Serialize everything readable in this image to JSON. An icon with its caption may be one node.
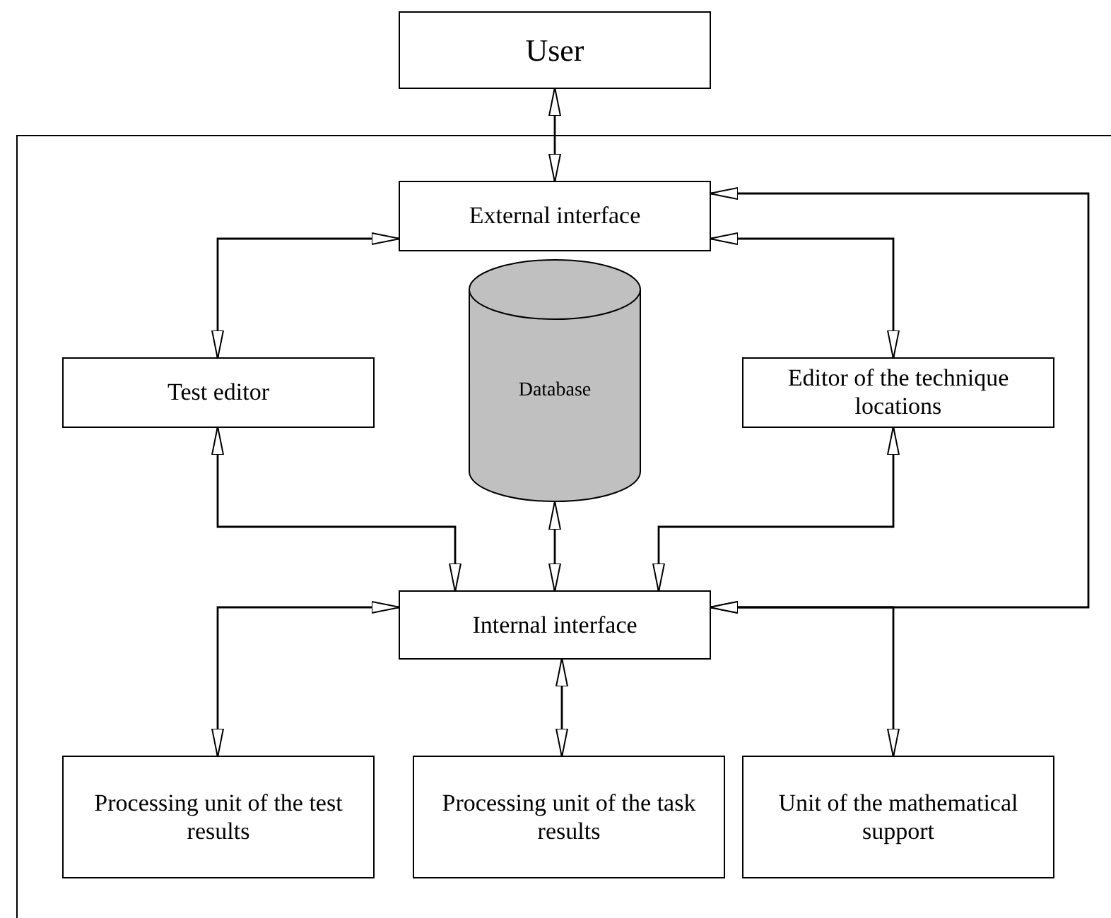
{
  "diagram": {
    "nodes": [
      {
        "text": [
          "User"
        ]
      },
      {
        "text": [
          "External interface"
        ]
      },
      {
        "text": [
          "Test editor"
        ]
      },
      {
        "text": [
          "Database"
        ]
      },
      {
        "text": [
          "Editor of the technique locations"
        ]
      },
      {
        "text": [
          "Internal interface"
        ]
      },
      {
        "text": [
          "Processing unit of the test results"
        ]
      },
      {
        "text": [
          "Processing unit of the task results"
        ]
      },
      {
        "text": [
          "Unit of the mathematical support"
        ]
      }
    ],
    "edges": [
      {
        "from": 0,
        "to": 1,
        "arrow": "both"
      },
      {
        "from": 1,
        "to": 2,
        "arrow": "both"
      },
      {
        "from": 1,
        "to": 4,
        "arrow": "both"
      },
      {
        "from": 2,
        "to": 5,
        "arrow": "both"
      },
      {
        "from": 3,
        "to": 5,
        "arrow": "both"
      },
      {
        "from": 4,
        "to": 5,
        "arrow": "both"
      },
      {
        "from": 5,
        "to": 1,
        "arrow": "both"
      },
      {
        "from": 5,
        "to": 6,
        "arrow": "both"
      },
      {
        "from": 5,
        "to": 7,
        "arrow": "both"
      },
      {
        "from": 5,
        "to": 8,
        "arrow": "both"
      }
    ]
  }
}
